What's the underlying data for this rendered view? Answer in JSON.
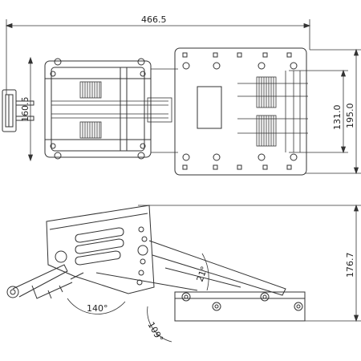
{
  "top_view": {
    "overall_length": "466.5",
    "height_left": "160.5",
    "height_inner": "131.0",
    "height_outer": "195.0"
  },
  "side_view": {
    "height": "176.7",
    "angle_a": "140°",
    "angle_b": "109°",
    "angle_c": "21°"
  }
}
